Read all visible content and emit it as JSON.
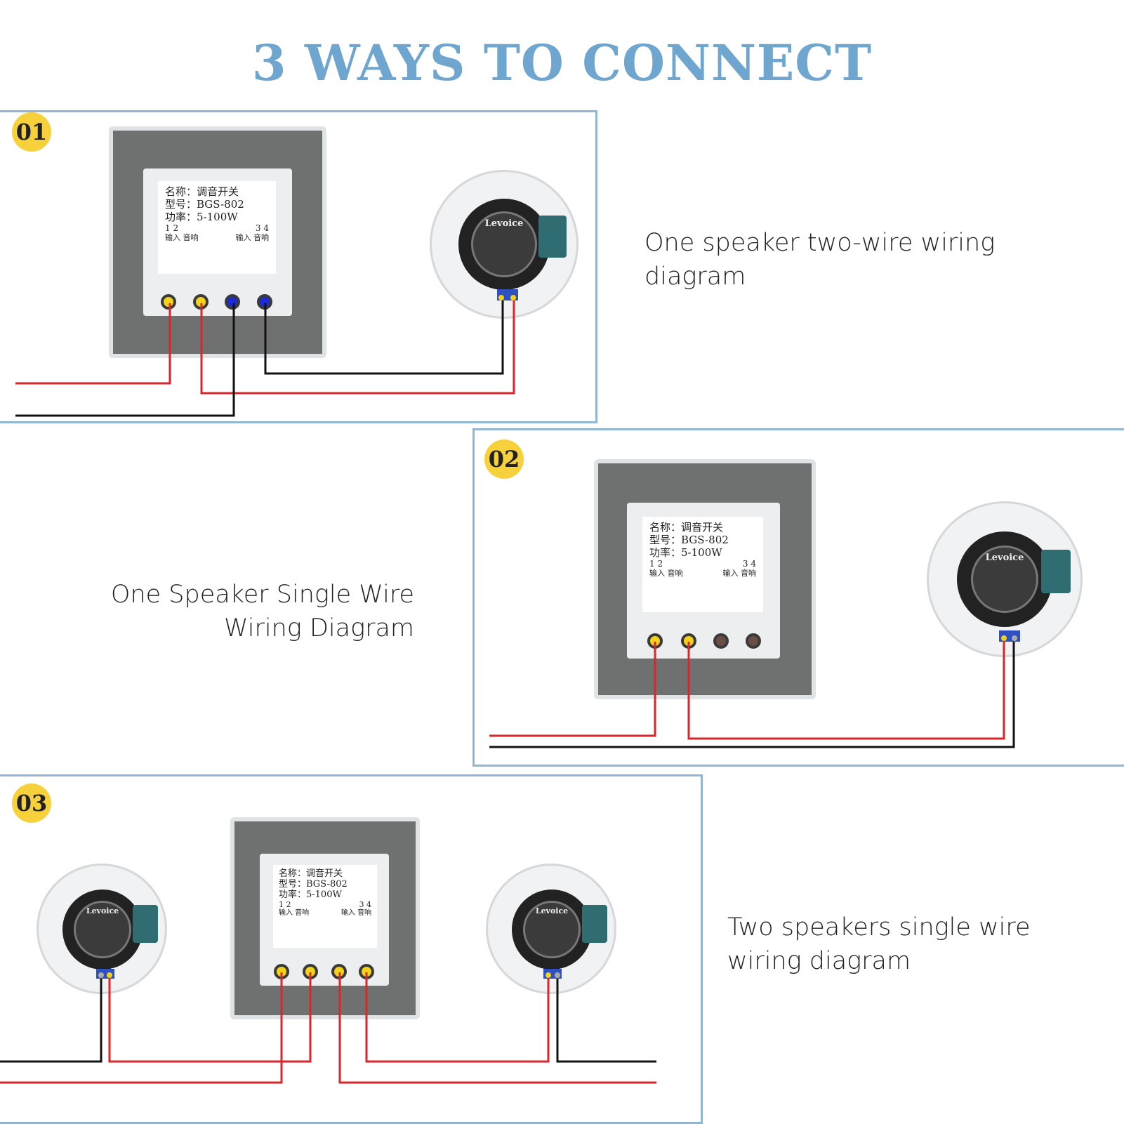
{
  "title": "3 WAYS TO CONNECT",
  "colors": {
    "title": "#6fa6cf",
    "panel_border": "#8fb6d3",
    "badge": "#f7d13c",
    "red_wire": "#d9262b",
    "black_wire": "#111111",
    "yellow_terminal": "#f2d21b",
    "blue_terminal": "#1d2bd6"
  },
  "label_card": {
    "line1": "名称：调音开关",
    "line2": "型号：BGS-802",
    "line3": "功率：5-100W",
    "nums_left": "1   2",
    "nums_right": "3   4",
    "sub_left": "输入 音响",
    "sub_right": "输入 音响"
  },
  "speaker_brand": "Levoice",
  "sections": [
    {
      "badge": "01",
      "description_line1": "One speaker two-wire wiring",
      "description_line2": "diagram"
    },
    {
      "badge": "02",
      "description_line1": "One Speaker Single Wire",
      "description_line2": "Wiring Diagram"
    },
    {
      "badge": "03",
      "description_line1": "Two speakers single wire",
      "description_line2": "wiring diagram"
    }
  ]
}
